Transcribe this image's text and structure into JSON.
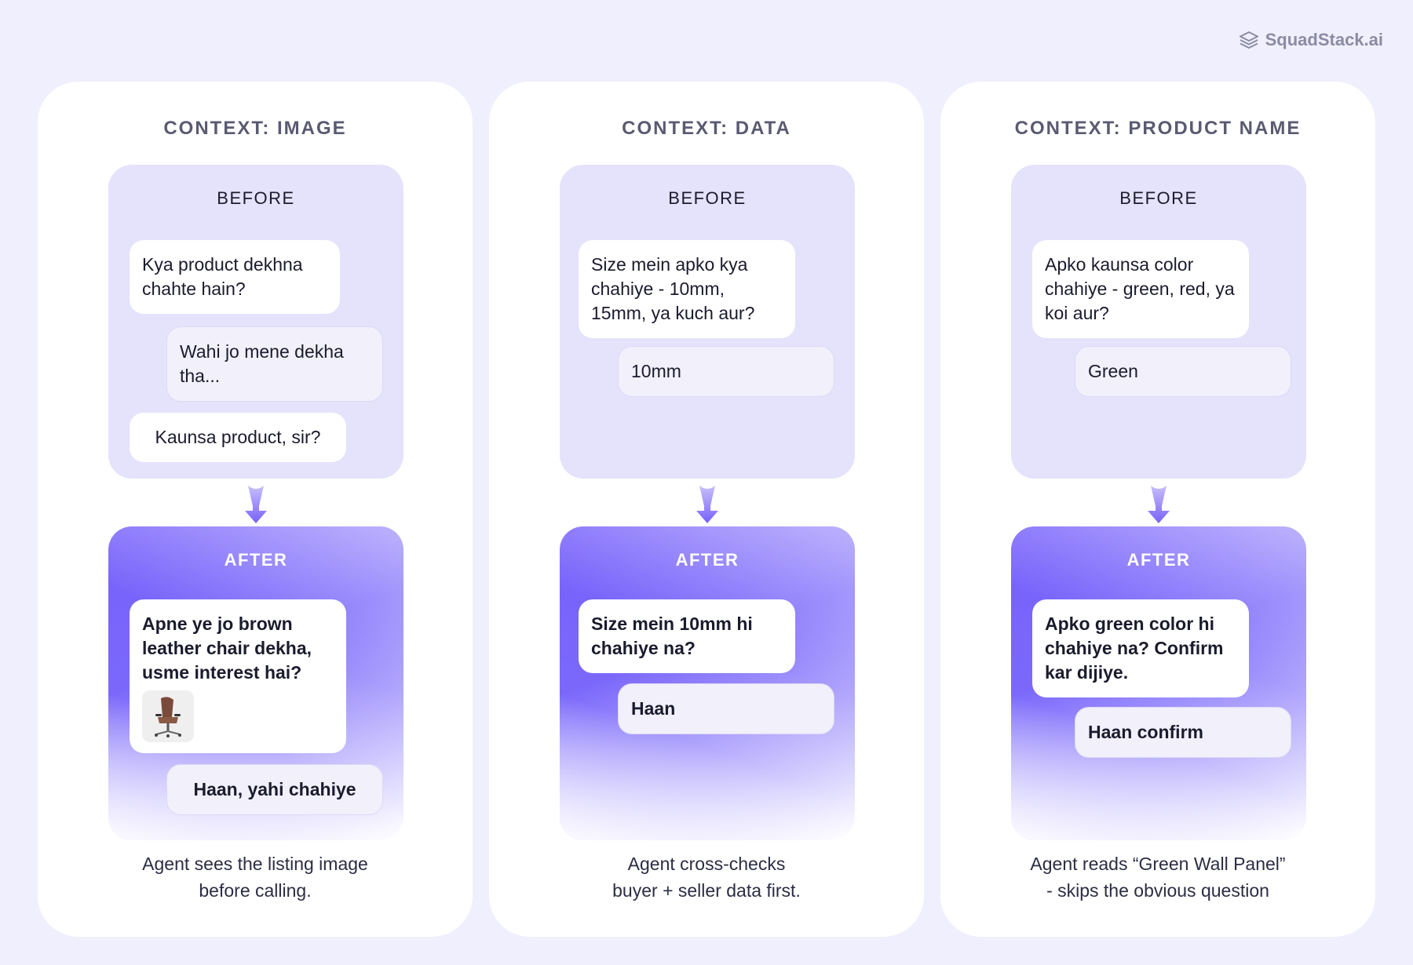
{
  "brand": {
    "name": "SquadStack.ai",
    "icon": "stack-layers-icon"
  },
  "colors": {
    "panel_bg": "#ffffff",
    "before_bg": "#e5e2fc",
    "after_accent": "#7761fb",
    "page_bg": "#f0effd"
  },
  "panels": [
    {
      "title": "CONTEXT: IMAGE",
      "before_label": "BEFORE",
      "before": [
        "Kya product dekhna chahte hain?",
        "Wahi jo mene dekha tha...",
        "Kaunsa product, sir?"
      ],
      "after_label": "AFTER",
      "after": [
        "Apne ye jo brown leather chair dekha, usme interest hai?",
        "Haan, yahi chahiye"
      ],
      "caption_line1": "Agent sees the listing image",
      "caption_line2": "before calling."
    },
    {
      "title": "CONTEXT: DATA",
      "before_label": "BEFORE",
      "before": [
        "Size mein apko kya chahiye - 10mm, 15mm, ya kuch aur?",
        "10mm"
      ],
      "after_label": "AFTER",
      "after": [
        "Size mein 10mm hi chahiye na?",
        "Haan"
      ],
      "caption_line1": "Agent cross-checks",
      "caption_line2": "buyer + seller data first."
    },
    {
      "title": "CONTEXT: PRODUCT NAME",
      "before_label": "BEFORE",
      "before": [
        "Apko kaunsa color chahiye - green, red, ya koi aur?",
        "Green"
      ],
      "after_label": "AFTER",
      "after": [
        "Apko green color hi chahiye na? Confirm kar dijiye.",
        "Haan confirm"
      ],
      "caption_line1": "Agent reads “Green Wall Panel”",
      "caption_line2": "- skips the obvious question"
    }
  ]
}
